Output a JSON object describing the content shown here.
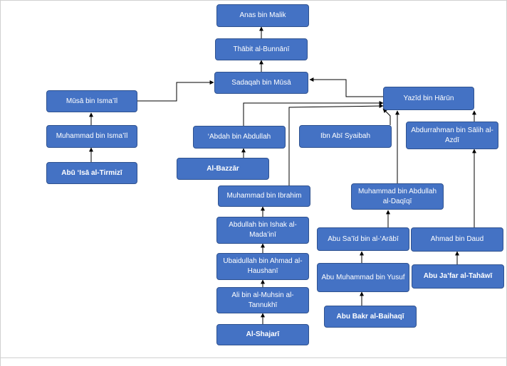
{
  "nodes": {
    "anas": "Anas bin Malik",
    "thabit": "Thābit al-Bunnānī",
    "sadaqah": "Sadaqah bin Mūsā",
    "yazid": "Yazīd  bin Hārūn",
    "musa": "Mūsā bin Isma’īl",
    "muhammad_ismail": "Muhammad bin Isma’īl",
    "abu_isa": "Abū ‘Isā al-Tirmizī",
    "abdah": "‘Abdah bin Abdullah",
    "ibn_abi": "Ibn Abī Syaibah",
    "abdurrahman": "Abdurrahman bin Sālih al-Azdī",
    "bazzar": "Al-Bazzār",
    "muhammad_ibrahim": "Muhammad bin Ibrahim",
    "muhammad_abdullah": "Muhammad bin Abdullah al-Daqīqī",
    "abdullah_ishak": "Abdullah bin Ishak al-Mada’inī",
    "abu_said": "Abu Sa’īd bin al-‘Arābī",
    "ahmad_daud": "Ahmad bin Daud",
    "ubaidullah": "Ubaidullah bin Ahmad al-Haushanī",
    "abu_muhammad": "Abu Muhammad bin Yusuf",
    "abu_jafar": "Abu Ja’far al-Tahāwī",
    "ali_muhsin": "Ali bin al-Muhsin al-Tannukhī",
    "abu_bakr": "Abu Bakr al-Baihaqī",
    "shajari": "Al-Shajarī"
  }
}
